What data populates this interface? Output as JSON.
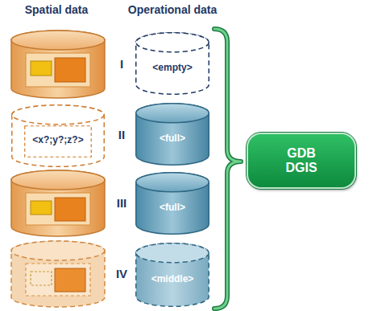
{
  "diagram": {
    "nodes": [
      {
        "text": [
          "<empty>"
        ]
      },
      {
        "text": [
          "<x?;y?;z?>"
        ]
      },
      {
        "text": [
          "<full>"
        ]
      },
      {
        "text": [
          "<full>"
        ]
      },
      {
        "text": [
          "<middle>"
        ]
      },
      {
        "text": [
          "GDB DGIS"
        ]
      }
    ],
    "labels": [
      "Spatial data",
      "Operational data",
      "I",
      "II",
      "III",
      "IV"
    ]
  }
}
